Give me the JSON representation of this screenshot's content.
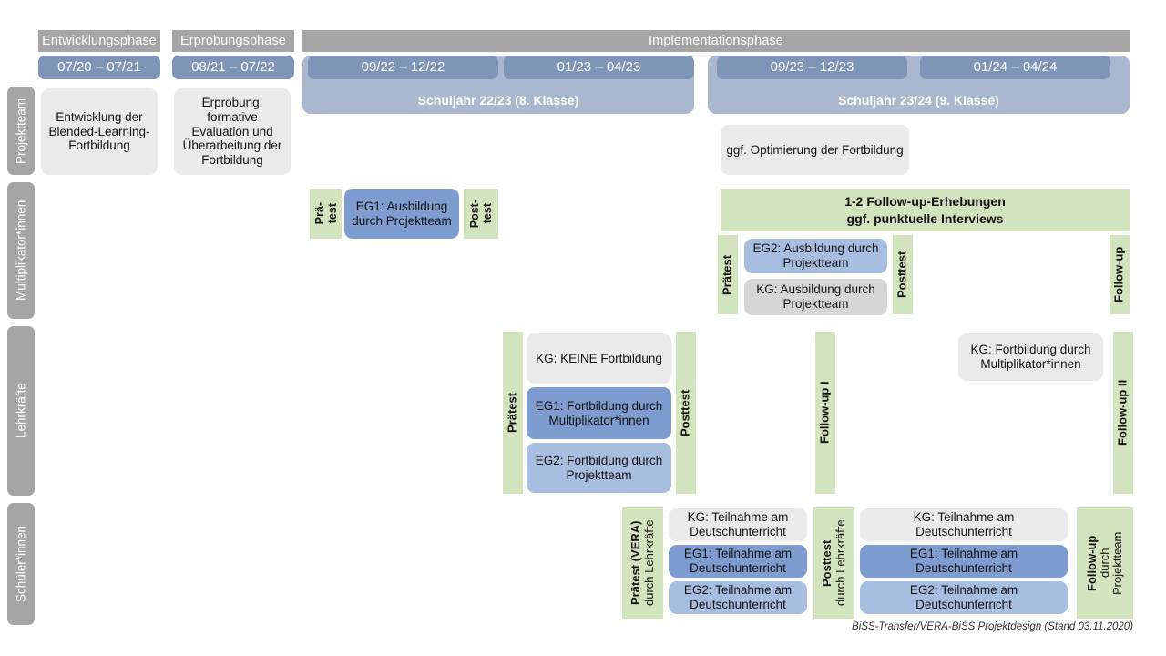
{
  "diagram": {
    "title": "BiSS-Transfer/VERA-BiSS Projektdesign",
    "footer": "BiSS-Transfer/VERA-BiSS Projektdesign (Stand 03.11.2020)",
    "colors": {
      "phase_header": "#a5a5a5",
      "date_chip": "#7e95b8",
      "year_band": "#a9b8ce",
      "green": "#d2e4bd",
      "grey_box": "#eaeaea",
      "grey_box_dark": "#d6d6d6",
      "blue_dark": "#7e9cd0",
      "blue_light": "#a8bee0"
    }
  },
  "phases": [
    {
      "label": "Entwicklungsphase"
    },
    {
      "label": "Erprobungsphase"
    },
    {
      "label": "Implementationsphase"
    }
  ],
  "periods": [
    {
      "label": "07/20 – 07/21"
    },
    {
      "label": "08/21 – 07/22"
    },
    {
      "label": "09/22 – 12/22"
    },
    {
      "label": "01/23 – 04/23"
    },
    {
      "label": "09/23 – 12/23"
    },
    {
      "label": "01/24 – 04/24"
    }
  ],
  "school_years": [
    {
      "label": "Schuljahr 22/23 (8. Klasse)"
    },
    {
      "label": "Schuljahr 23/24 (9. Klasse)"
    }
  ],
  "roles": [
    {
      "label": "Projektteam"
    },
    {
      "label": "Multiplikator*innen"
    },
    {
      "label": "Lehrkräfte"
    },
    {
      "label": "Schüler*innen"
    }
  ],
  "projektteam": {
    "entwicklung": "Entwicklung der Blended-Learning-Fortbildung",
    "erprobung": "Erprobung, formative Evaluation und Überarbeitung der Fortbildung",
    "optimierung": "ggf. Optimierung der Fortbildung"
  },
  "multiplikatoren": {
    "praetest_line1": "Prä-",
    "praetest_line2": "test",
    "eg1": "EG1: Ausbildung durch Projektteam",
    "posttest_line1": "Post-",
    "posttest_line2": "test",
    "followup_band_line1": "1-2 Follow-up-Erhebungen",
    "followup_band_line2": "ggf. punktuelle Interviews",
    "praetest2": "Prätest",
    "eg2": "EG2: Ausbildung durch Projektteam",
    "kg": "KG: Ausbildung durch Projektteam",
    "posttest2": "Posttest",
    "followup": "Follow-up"
  },
  "lehrkraefte": {
    "praetest": "Prätest",
    "kg_keine": "KG:  KEINE Fortbildung",
    "eg1": "EG1: Fortbildung durch Multiplikator*innen",
    "eg2": "EG2: Fortbildung durch Projektteam",
    "posttest": "Posttest",
    "followup_1": "Follow-up I",
    "kg_multi": "KG: Fortbildung durch Multiplikator*innen",
    "followup_2": "Follow-up II"
  },
  "schueler": {
    "praetest_main": "Prätest (VERA)",
    "praetest_sub": "durch Lehrkräfte",
    "kg_1": "KG: Teilnahme am Deutschunterricht",
    "eg1_1": "EG1: Teilnahme am Deutschunterricht",
    "eg2_1": "EG2: Teilnahme am Deutschunterricht",
    "posttest_main": "Posttest",
    "posttest_sub": "durch Lehrkräfte",
    "kg_2": "KG: Teilnahme am Deutschunterricht",
    "eg1_2": "EG1: Teilnahme am Deutschunterricht",
    "eg2_2": "EG2: Teilnahme am Deutschunterricht",
    "followup_main": "Follow-up",
    "followup_sub1": "durch",
    "followup_sub2": "Projektteam"
  }
}
